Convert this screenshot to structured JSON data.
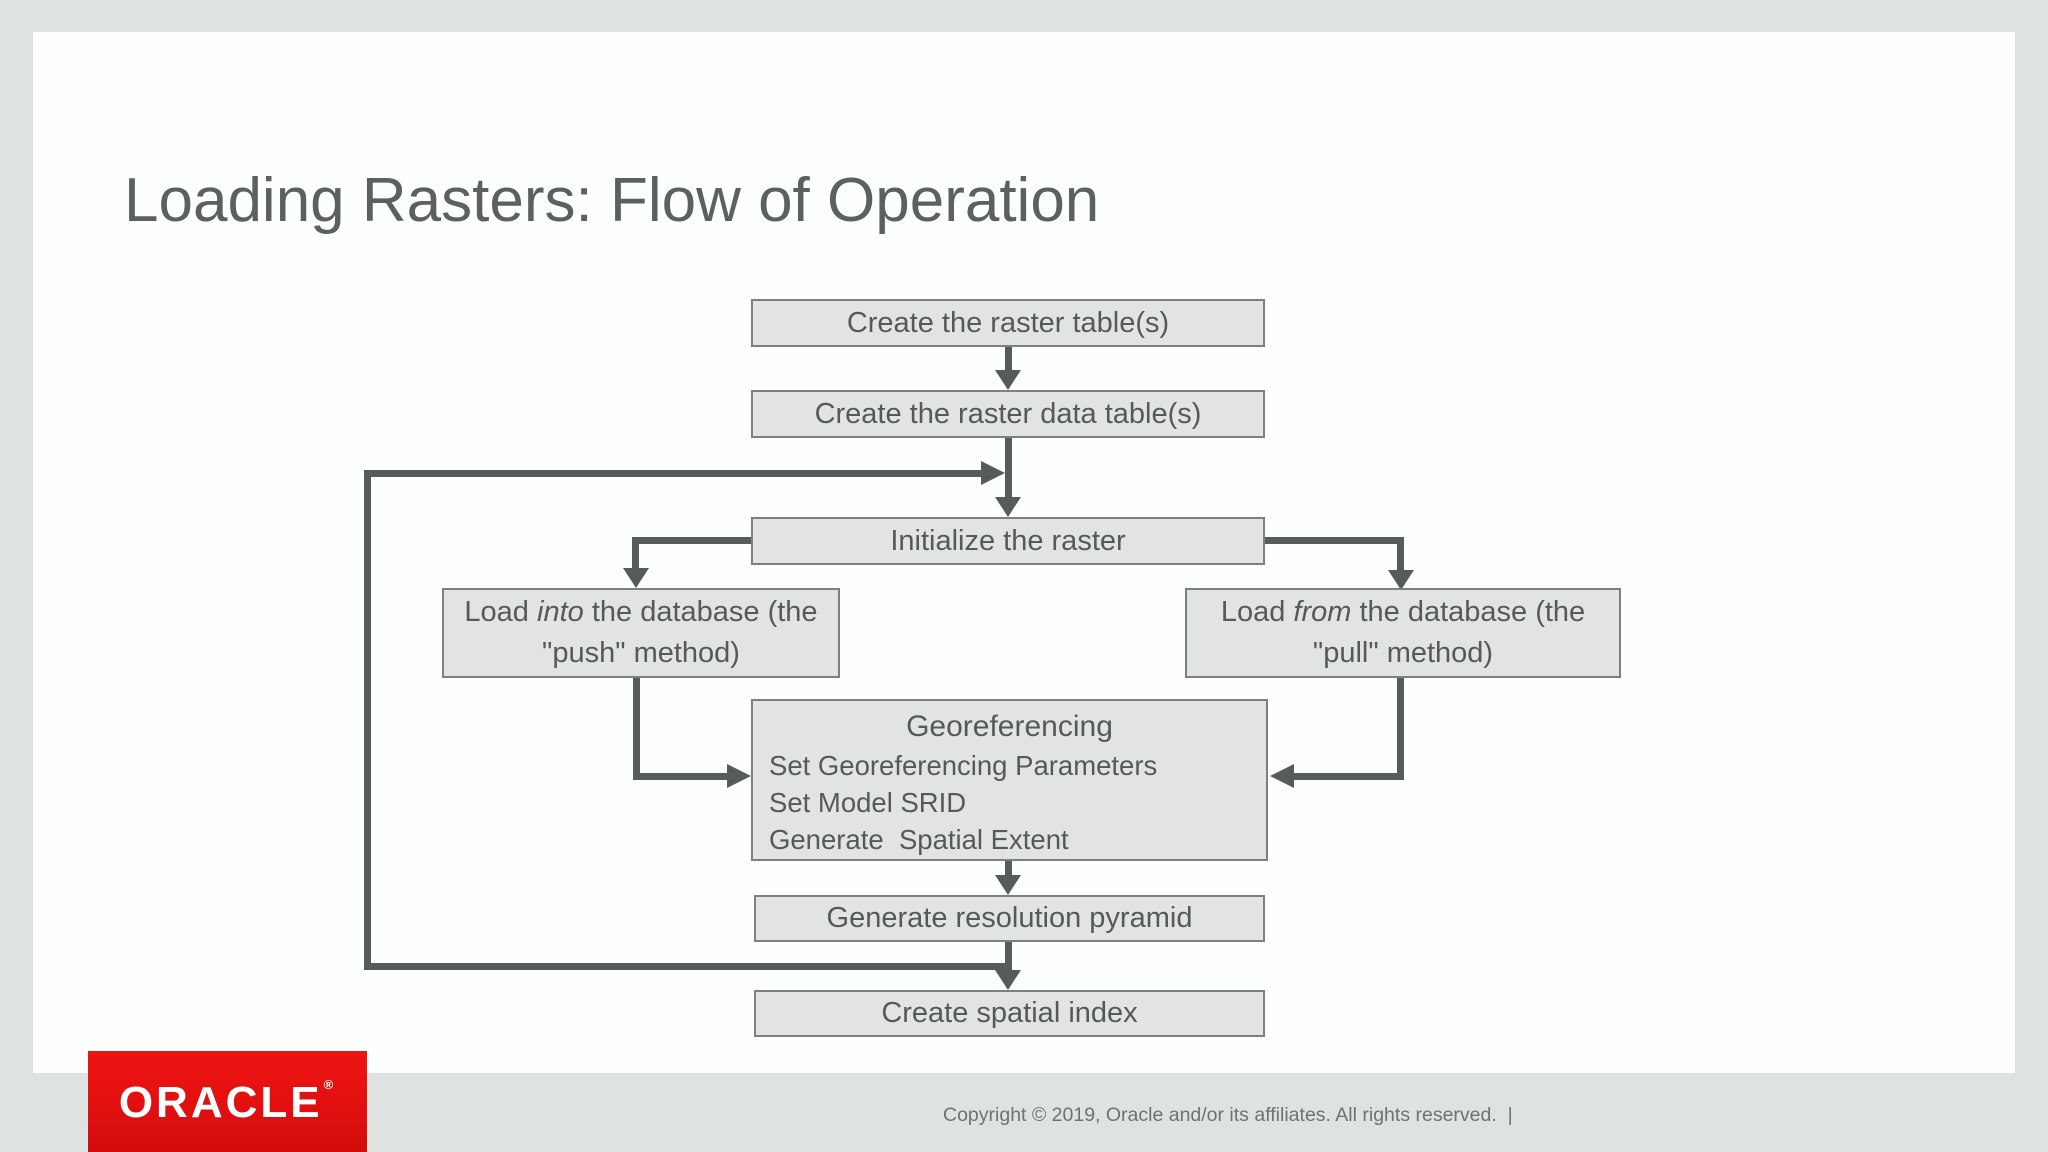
{
  "title": "Loading Rasters: Flow of Operation",
  "flow": {
    "box_create_table": "Create the raster table(s)",
    "box_create_data_table": "Create the raster data table(s)",
    "box_initialize": "Initialize the raster",
    "box_load_into": {
      "pre": "Load ",
      "em": "into",
      "post": " the database (the \"push\" method)"
    },
    "box_load_from": {
      "pre": "Load ",
      "em": "from",
      "post": " the database (the \"pull\" method)"
    },
    "box_georeferencing": {
      "title": "Georeferencing",
      "items": [
        "Set Georeferencing Parameters",
        "Set Model SRID",
        "Generate  Spatial Extent"
      ]
    },
    "box_generate_pyramid": "Generate resolution pyramid",
    "box_create_index": "Create spatial index"
  },
  "footer": {
    "logo": "ORACLE",
    "registered_mark": "®",
    "copyright": "Copyright © 2019, Oracle and/or its affiliates. All rights reserved.  |"
  },
  "colors": {
    "canvas_background": "#dee2e1",
    "slide_background": "#fdfefe",
    "box_fill": "#e2e4e4",
    "box_border": "#7b8080",
    "connector": "#565c5c",
    "box_text": "#545a5a",
    "title_text": "#5b6161",
    "copyright_text": "#6d7373",
    "oracle_red": "#e21010",
    "logo_text": "#ffffff"
  }
}
